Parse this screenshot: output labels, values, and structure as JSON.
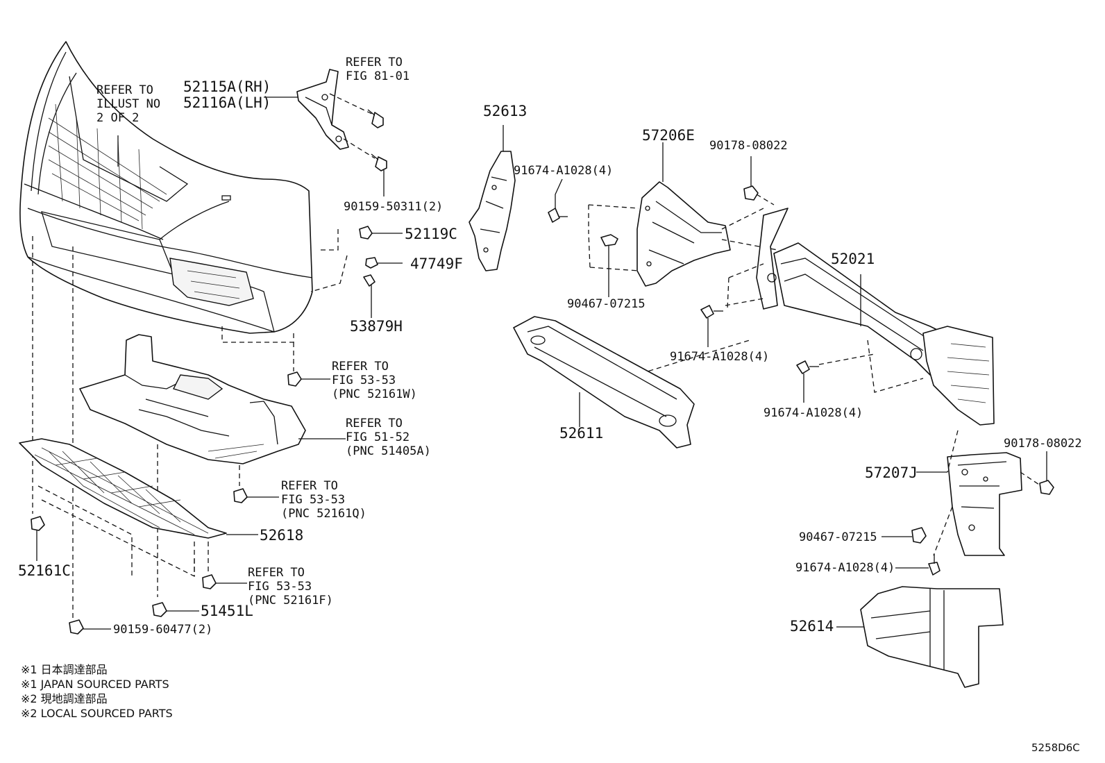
{
  "diagram_code": "5258D6C",
  "footnotes": [
    "※1 日本調達部品",
    "※1 JAPAN SOURCED PARTS",
    "※2 現地調達部品",
    "※2 LOCAL SOURCED PARTS"
  ],
  "part_labels": {
    "p52115A_52116A": "52115A(RH)\n52116A(LH)",
    "p90159_50311": "90159-50311(2)",
    "p52119C": "52119C",
    "p47749F": "47749F",
    "p53879H": "53879H",
    "p52613": "52613",
    "p57206E": "57206E",
    "p90178_08022_top": "90178-08022",
    "p91674_A1028_a": "91674-A1028(4)",
    "p90467_07215_top": "90467-07215",
    "p52021": "52021",
    "p91674_A1028_b": "91674-A1028(4)",
    "p91674_A1028_c": "91674-A1028(4)",
    "p52611": "52611",
    "p90178_08022_right": "90178-08022",
    "p57207J": "57207J",
    "p90467_07215_bottom": "90467-07215",
    "p91674_A1028_d": "91674-A1028(4)",
    "p52614": "52614",
    "p52618": "52618",
    "p52161C": "52161C",
    "p51451L": "51451L",
    "p90159_60477": "90159-60477(2)"
  },
  "refer_labels": {
    "illust": "REFER TO\nILLUST NO\n2 OF 2",
    "fig8101": "REFER TO\nFIG 81-01",
    "fig5353_w": "REFER TO\nFIG 53-53\n(PNC 52161W)",
    "fig5152": "REFER TO\nFIG 51-52\n(PNC 51405A)",
    "fig5353_q": "REFER TO\nFIG 53-53\n(PNC 52161Q)",
    "fig5353_f": "REFER TO\nFIG 53-53\n(PNC 52161F)"
  }
}
